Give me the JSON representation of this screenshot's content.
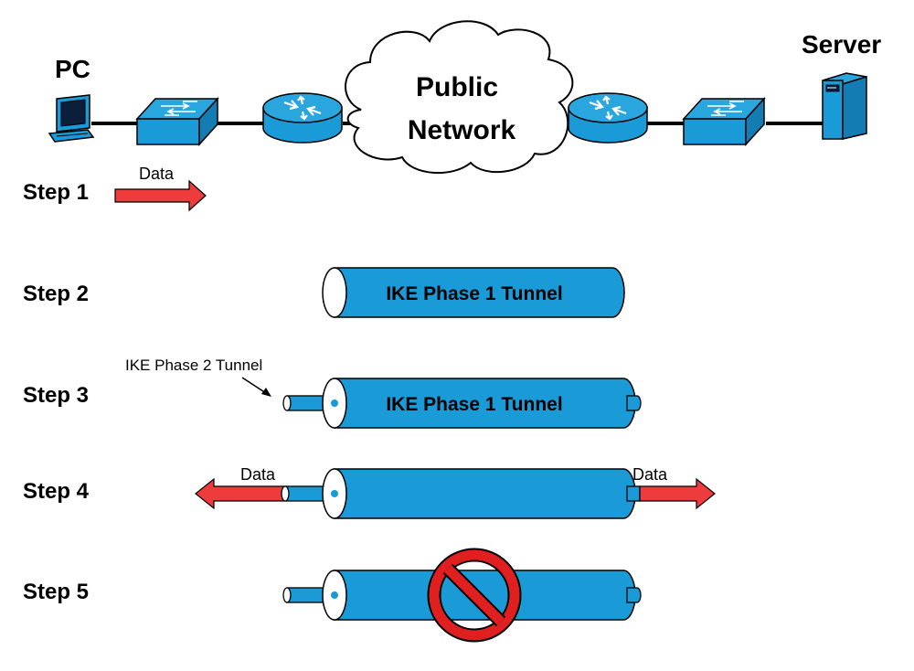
{
  "colors": {
    "device_blue": "#1a9ad6",
    "tunnel_blue": "#1a9ad6",
    "arrow_red": "#ee3b3b",
    "prohibit_red": "#e02020",
    "line_black": "#000000"
  },
  "topology": {
    "pc_label": "PC",
    "server_label": "Server",
    "cloud_line1": "Public",
    "cloud_line2": "Network",
    "devices": [
      "pc-icon",
      "switch-icon",
      "router-icon",
      "cloud-icon",
      "router-icon",
      "switch-icon",
      "server-icon"
    ]
  },
  "steps": [
    {
      "label": "Step 1",
      "data_label": "Data"
    },
    {
      "label": "Step 2",
      "tunnel_label": "IKE Phase 1 Tunnel"
    },
    {
      "label": "Step 3",
      "tunnel_label": "IKE Phase 1 Tunnel",
      "callout": "IKE Phase 2 Tunnel"
    },
    {
      "label": "Step 4",
      "data_left": "Data",
      "data_right": "Data"
    },
    {
      "label": "Step 5",
      "icon": "prohibited-icon"
    }
  ]
}
